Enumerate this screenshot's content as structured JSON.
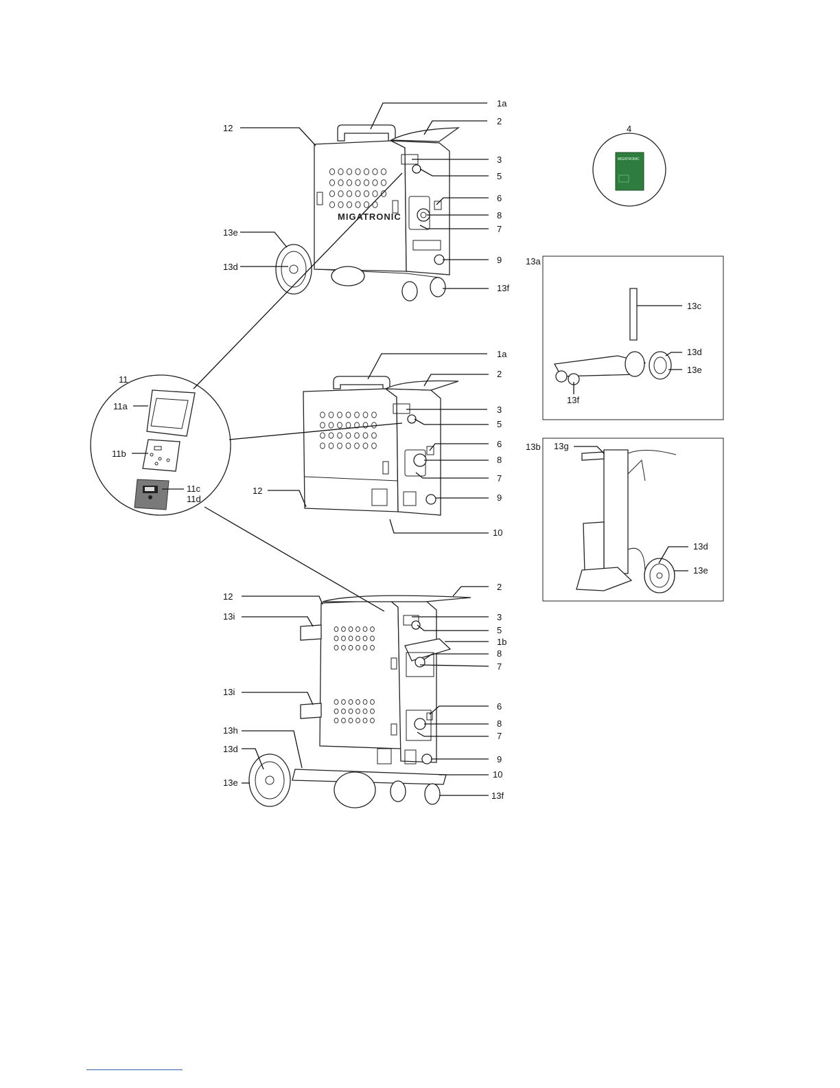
{
  "brand_text": "MIGATRONIC",
  "sd_card_text": "MIGATRONIC",
  "views": {
    "top": {
      "labels": [
        {
          "id": "1a",
          "text": "1a"
        },
        {
          "id": "2",
          "text": "2"
        },
        {
          "id": "3",
          "text": "3"
        },
        {
          "id": "5",
          "text": "5"
        },
        {
          "id": "6",
          "text": "6"
        },
        {
          "id": "8",
          "text": "8"
        },
        {
          "id": "7",
          "text": "7"
        },
        {
          "id": "9",
          "text": "9"
        },
        {
          "id": "13f",
          "text": "13f"
        },
        {
          "id": "12",
          "text": "12"
        },
        {
          "id": "13e",
          "text": "13e"
        },
        {
          "id": "13d",
          "text": "13d"
        }
      ]
    },
    "middle": {
      "labels": [
        {
          "id": "1a",
          "text": "1a"
        },
        {
          "id": "2",
          "text": "2"
        },
        {
          "id": "3",
          "text": "3"
        },
        {
          "id": "5",
          "text": "5"
        },
        {
          "id": "6",
          "text": "6"
        },
        {
          "id": "8",
          "text": "8"
        },
        {
          "id": "7",
          "text": "7"
        },
        {
          "id": "9",
          "text": "9"
        },
        {
          "id": "10",
          "text": "10"
        },
        {
          "id": "12",
          "text": "12"
        }
      ]
    },
    "bottom": {
      "labels": [
        {
          "id": "2",
          "text": "2"
        },
        {
          "id": "12",
          "text": "12"
        },
        {
          "id": "3",
          "text": "3"
        },
        {
          "id": "13i_a",
          "text": "13i"
        },
        {
          "id": "5",
          "text": "5"
        },
        {
          "id": "1b",
          "text": "1b"
        },
        {
          "id": "8a",
          "text": "8"
        },
        {
          "id": "7a",
          "text": "7"
        },
        {
          "id": "13i_b",
          "text": "13i"
        },
        {
          "id": "6",
          "text": "6"
        },
        {
          "id": "8b",
          "text": "8"
        },
        {
          "id": "7b",
          "text": "7"
        },
        {
          "id": "13h",
          "text": "13h"
        },
        {
          "id": "13d",
          "text": "13d"
        },
        {
          "id": "9",
          "text": "9"
        },
        {
          "id": "10",
          "text": "10"
        },
        {
          "id": "13e",
          "text": "13e"
        },
        {
          "id": "13f",
          "text": "13f"
        }
      ]
    },
    "sd_card": {
      "label": "4"
    },
    "detail_11": {
      "labels": [
        {
          "id": "11",
          "text": "11"
        },
        {
          "id": "11a",
          "text": "11a"
        },
        {
          "id": "11b",
          "text": "11b"
        },
        {
          "id": "11c",
          "text": "11c"
        },
        {
          "id": "11d",
          "text": "11d"
        }
      ]
    },
    "box_13a": {
      "title": "13a",
      "labels": [
        {
          "id": "13c",
          "text": "13c"
        },
        {
          "id": "13d",
          "text": "13d"
        },
        {
          "id": "13e",
          "text": "13e"
        },
        {
          "id": "13f",
          "text": "13f"
        }
      ]
    },
    "box_13b": {
      "title": "13b",
      "labels": [
        {
          "id": "13g",
          "text": "13g"
        },
        {
          "id": "13d",
          "text": "13d"
        },
        {
          "id": "13e",
          "text": "13e"
        }
      ]
    }
  },
  "colors": {
    "sd_card": "#2e7d3e",
    "panel_11c": "#7a7a7a",
    "footer_rule": "#3a5fb0"
  }
}
